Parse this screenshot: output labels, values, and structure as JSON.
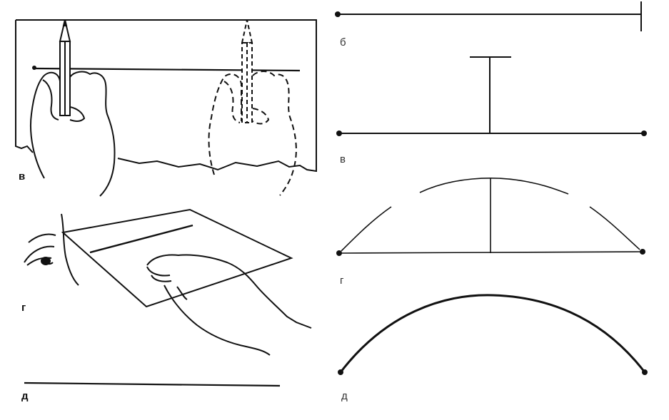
{
  "figure": {
    "labels": {
      "panel_v_left": "в",
      "panel_g_left": "г",
      "panel_d_left": "д",
      "panel_b_right": "б",
      "panel_v_right": "в",
      "panel_g_right": "г",
      "panel_d_right": "д"
    }
  }
}
